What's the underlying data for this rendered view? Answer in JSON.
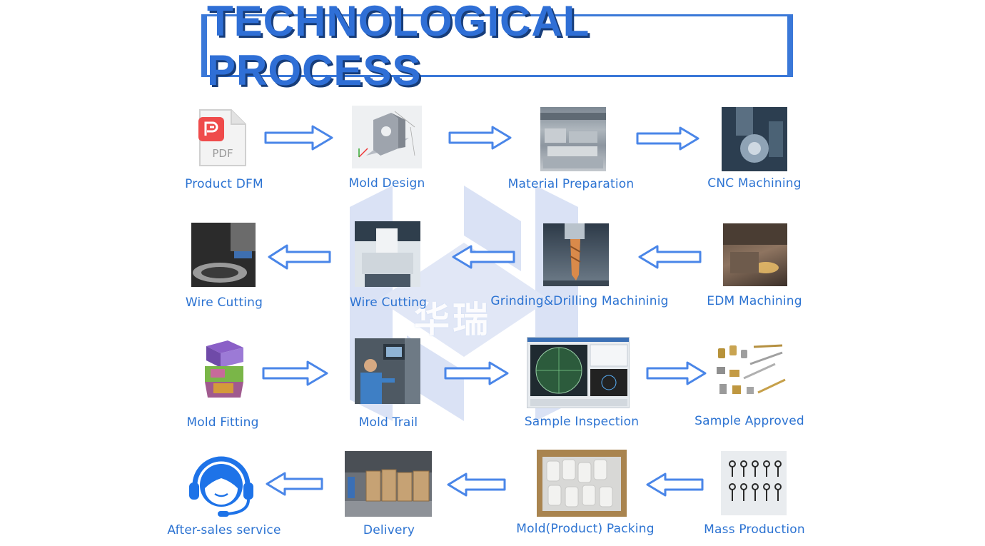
{
  "title": "TECHNOLOGICAL PROCESS",
  "watermark_text": "华瑞",
  "icon_pdf_text": "PDF",
  "colors": {
    "accent": "#2f6fd6",
    "title_shadow": "#173d7a",
    "arrow": "#4a86e8",
    "label": "#2c73d2"
  },
  "steps": [
    {
      "label": "Product DFM",
      "icon": "pdf-file-icon"
    },
    {
      "label": "Mold Design",
      "icon": "cad-mold-drawing"
    },
    {
      "label": "Material Preparation",
      "icon": "steel-plates-photo"
    },
    {
      "label": "CNC Machining",
      "icon": "cnc-machine-photo"
    },
    {
      "label": "EDM Machining",
      "icon": "edm-machine-photo"
    },
    {
      "label": "Grinding&Drilling Machininig",
      "icon": "drill-bit-photo"
    },
    {
      "label": "Wire Cutting",
      "icon": "wire-cutting-machine-photo"
    },
    {
      "label": "Wire Cutting",
      "icon": "wire-cutting-closeup-photo"
    },
    {
      "label": "Mold Fitting",
      "icon": "mold-3d-model"
    },
    {
      "label": "Mold Trail",
      "icon": "operator-machine-photo"
    },
    {
      "label": "Sample Inspection",
      "icon": "inspection-screen"
    },
    {
      "label": "Sample Approved",
      "icon": "metal-parts-photo"
    },
    {
      "label": "Mass Production",
      "icon": "hooks-production-photo"
    },
    {
      "label": "Mold(Product) Packing",
      "icon": "packing-box-photo"
    },
    {
      "label": "Delivery",
      "icon": "pallets-warehouse-photo"
    },
    {
      "label": "After-sales service",
      "icon": "headset-support-icon"
    }
  ],
  "arrows": [
    {
      "from": "Product DFM",
      "to": "Mold Design",
      "direction": "right"
    },
    {
      "from": "Mold Design",
      "to": "Material Preparation",
      "direction": "right"
    },
    {
      "from": "Material Preparation",
      "to": "CNC Machining",
      "direction": "right"
    },
    {
      "from": "EDM Machining",
      "to": "Grinding&Drilling Machininig",
      "direction": "left"
    },
    {
      "from": "Grinding&Drilling Machininig",
      "to": "Wire Cutting",
      "direction": "left"
    },
    {
      "from": "Wire Cutting",
      "to": "Wire Cutting",
      "direction": "left"
    },
    {
      "from": "Mold Fitting",
      "to": "Mold Trail",
      "direction": "right"
    },
    {
      "from": "Mold Trail",
      "to": "Sample Inspection",
      "direction": "right"
    },
    {
      "from": "Sample Inspection",
      "to": "Sample Approved",
      "direction": "right"
    },
    {
      "from": "Mass Production",
      "to": "Mold(Product) Packing",
      "direction": "left"
    },
    {
      "from": "Mold(Product) Packing",
      "to": "Delivery",
      "direction": "left"
    },
    {
      "from": "Delivery",
      "to": "After-sales service",
      "direction": "left"
    }
  ]
}
